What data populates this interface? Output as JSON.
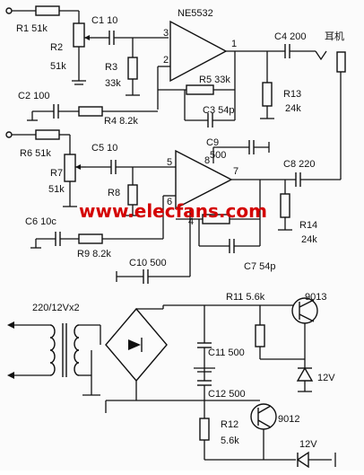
{
  "labels": {
    "ic": "NE5532",
    "r1": "R1  51k",
    "r2": "R2",
    "r2v": "51k",
    "c1": "C1  10",
    "r3": "R3",
    "r3v": "33k",
    "c2": "C2  100",
    "r4": "R4  8.2k",
    "r5": "R5  33k",
    "c3": "C3  54p",
    "c4": "C4  200",
    "r13": "R13",
    "r13v": "24k",
    "headphone": "耳机",
    "r6": "R6  51k",
    "r7": "R7",
    "r7v": "51k",
    "c5": "C5  10",
    "r8": "R8",
    "c9": "C9",
    "c9v": "500",
    "c8": "C8  220",
    "r14": "R14",
    "r14v": "24k",
    "c6": "C6  10c",
    "r9": "R9  8.2k",
    "c10": "C10  500",
    "c7": "C7  54p",
    "transformer": "220/12Vx2",
    "r11": "R11  5.6k",
    "q1": "9013",
    "c11": "C11  500",
    "c12": "C12  500",
    "zener_v": "12V",
    "r12": "R12",
    "r12v": "5.6k",
    "q2": "9012",
    "neg_v": "12V",
    "pin1": "1",
    "pin2": "2",
    "pin3": "3",
    "pin5": "5",
    "pin6": "6",
    "pin7": "7",
    "pin8": "8",
    "pin4": "4"
  },
  "watermark": "www.elecfans.com",
  "colors": {
    "watermark": "#d40000"
  }
}
